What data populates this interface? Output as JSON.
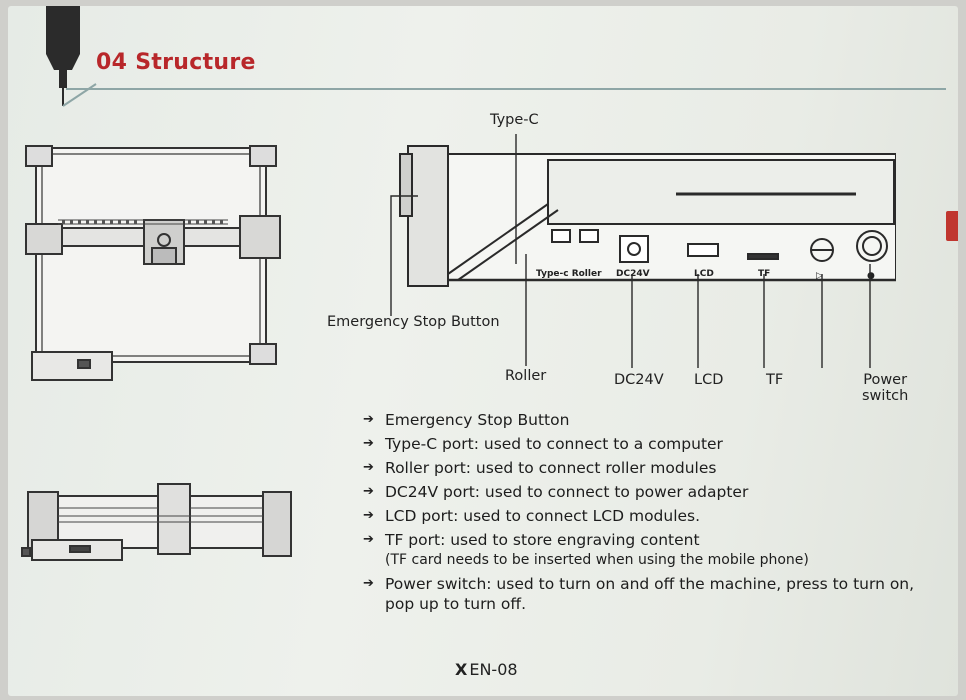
{
  "header": {
    "number": "04",
    "title": "Structure"
  },
  "diagram": {
    "labels": {
      "type_c": "Type-C",
      "emergency": "Emergency Stop Button",
      "roller": "Roller",
      "dc24v": "DC24V",
      "lcd": "LCD",
      "tf": "TF",
      "power_line1": "Power",
      "power_line2": "switch"
    },
    "panel_text": {
      "typec_roller": "Type-c Roller",
      "dc24v": "DC24V",
      "lcd": "LCD",
      "tf": "TF"
    }
  },
  "list": [
    {
      "text": "Emergency Stop Button"
    },
    {
      "text": "Type-C port: used to connect to a computer"
    },
    {
      "text": "Roller port: used to connect roller modules"
    },
    {
      "text": "DC24V port: used to connect to power adapter"
    },
    {
      "text": "LCD port: used to connect LCD modules."
    },
    {
      "text": "TF port: used to store engraving content",
      "sub": "(TF card needs to be inserted when using the mobile phone)"
    },
    {
      "text": "Power switch: used to turn on and off the machine, press to turn on, pop up to turn off."
    }
  ],
  "footer": {
    "logo": "X",
    "page": "EN-08"
  },
  "colors": {
    "accent": "#b8272a",
    "rule": "#8ea6a6"
  },
  "icons": {
    "bullet": "arrow-right-icon",
    "header": "drill-bit-icon"
  }
}
